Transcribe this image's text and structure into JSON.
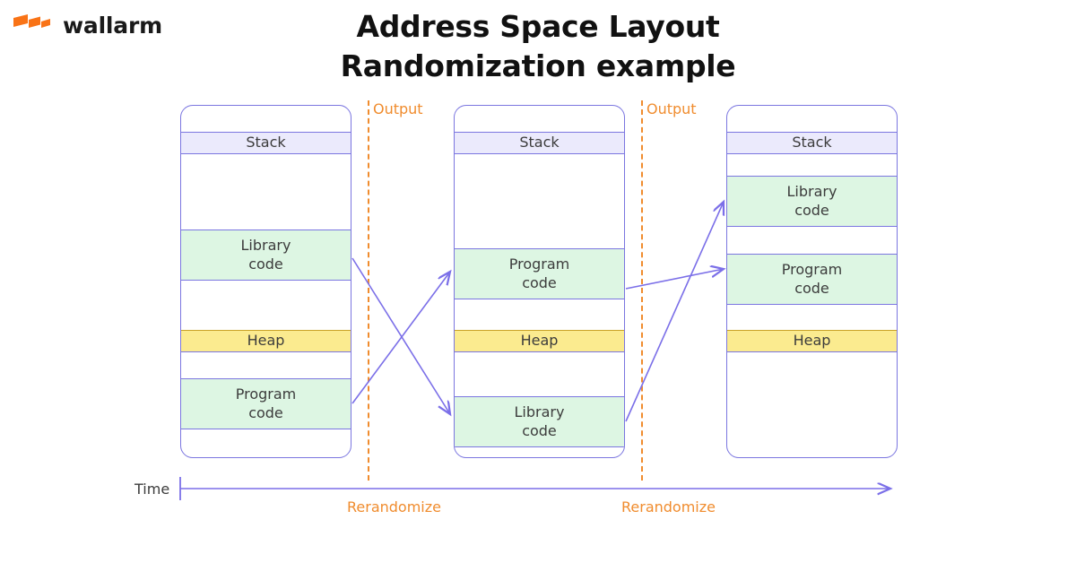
{
  "brand": {
    "name": "wallarm",
    "logo_icon": "wallarm-lightning-logo",
    "logo_color": "#f97316"
  },
  "title": {
    "line1": "Address Space Layout",
    "line2": "Randomization example"
  },
  "diagram": {
    "type": "aslr-memory-layout-timeline",
    "colors": {
      "box_border": "#7b76e0",
      "arrow": "#7b6fe8",
      "stack_fill": "#ebeafc",
      "code_fill": "#ddf6e3",
      "heap_fill": "#fbeb8f",
      "empty_fill": "#ffffff",
      "accent_orange": "#f08c2e",
      "text": "#3c3c3c"
    },
    "columns": [
      {
        "name": "snapshot-1",
        "bands": [
          {
            "label": "Stack",
            "kind": "stack"
          },
          {
            "label": "Library\ncode",
            "kind": "code"
          },
          {
            "label": "Heap",
            "kind": "heap"
          },
          {
            "label": "Program\ncode",
            "kind": "code"
          }
        ]
      },
      {
        "name": "snapshot-2",
        "bands": [
          {
            "label": "Stack",
            "kind": "stack"
          },
          {
            "label": "Program\ncode",
            "kind": "code"
          },
          {
            "label": "Heap",
            "kind": "heap"
          },
          {
            "label": "Library\ncode",
            "kind": "code"
          }
        ]
      },
      {
        "name": "snapshot-3",
        "bands": [
          {
            "label": "Stack",
            "kind": "stack"
          },
          {
            "label": "Library\ncode",
            "kind": "code"
          },
          {
            "label": "Program\ncode",
            "kind": "code"
          },
          {
            "label": "Heap",
            "kind": "heap"
          }
        ]
      }
    ],
    "separators": [
      {
        "label": "Output",
        "footer_label": "Rerandomize"
      },
      {
        "label": "Output",
        "footer_label": "Rerandomize"
      }
    ],
    "axis": {
      "label": "Time",
      "direction": "left-to-right"
    }
  }
}
